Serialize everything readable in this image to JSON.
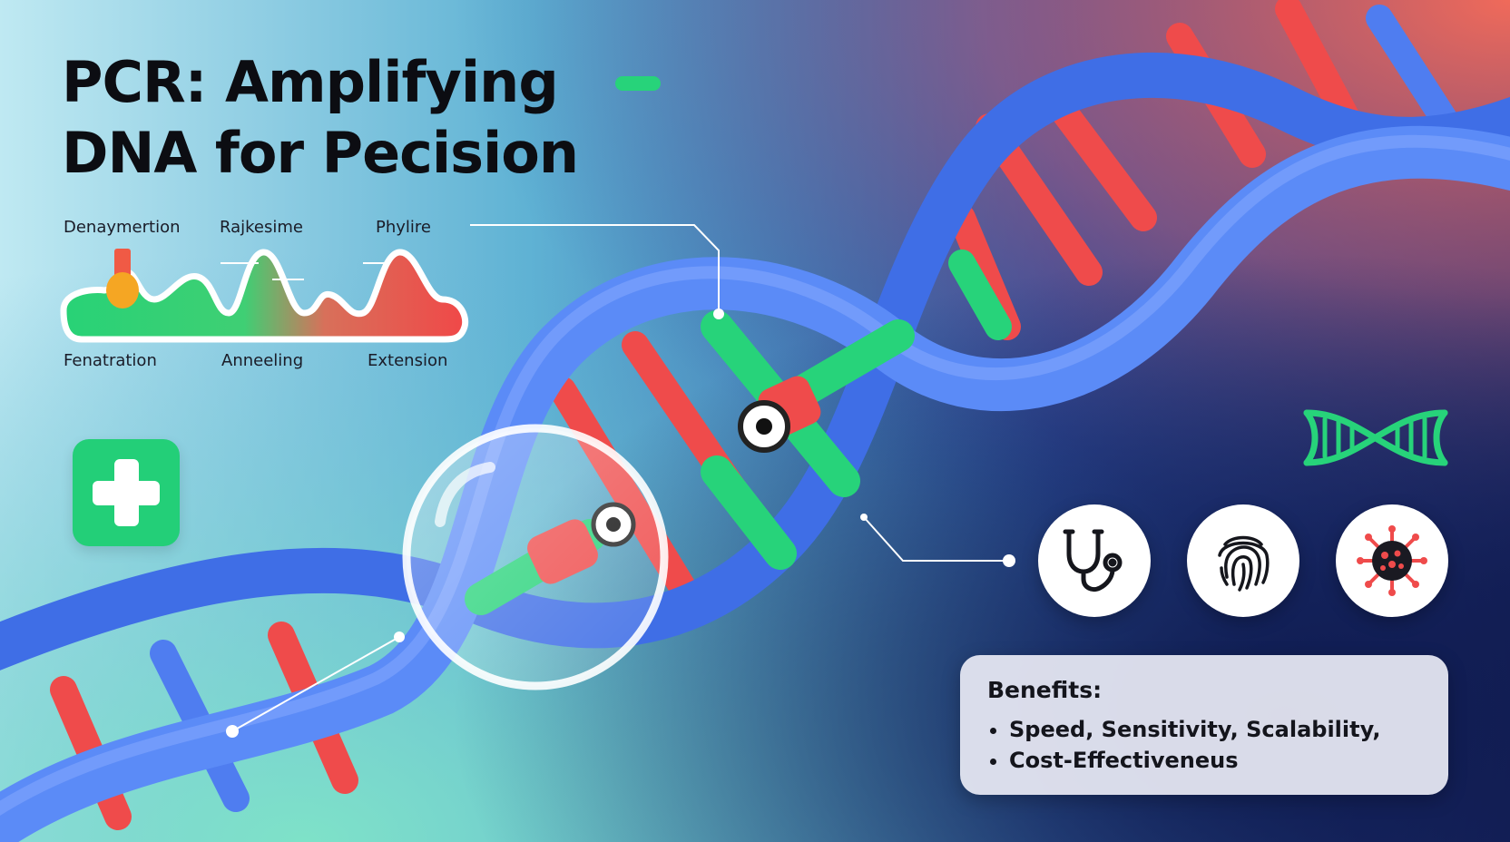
{
  "title": {
    "line1": "PCR: Amplifying",
    "line2": "DNA for Pecision"
  },
  "stages_top": [
    "Denaymertion",
    "Rajkesime",
    "Phylire"
  ],
  "stages_bottom": [
    "Fenatration",
    "Anneeling",
    "Extension"
  ],
  "icons": {
    "plus": "medical-plus-icon",
    "dna": "dna-helix-icon",
    "stethoscope": "stethoscope-icon",
    "fingerprint": "fingerprint-icon",
    "virus": "virus-icon",
    "magnifier": "magnifier-icon"
  },
  "colors": {
    "strand": "#4f7df0",
    "red": "#ef4b4b",
    "green": "#27d37a",
    "accent_green": "#23cf78",
    "panel": "#e8eaf4"
  },
  "benefits": {
    "heading": "Benefits:",
    "items": [
      "Speed, Sensitivity, Scalability,",
      "Cost-Effectiveneus"
    ]
  }
}
